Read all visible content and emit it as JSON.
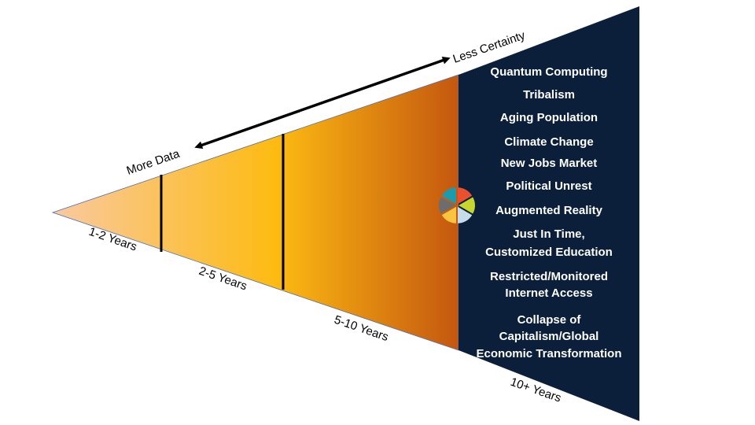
{
  "arrow": {
    "left_label": "More Data",
    "right_label": "Less Certainty"
  },
  "horizons": [
    "1-2 Years",
    "2-5 Years",
    "5-10 Years",
    "10+ Years"
  ],
  "trends": [
    [
      "Quantum Computing"
    ],
    [
      "Tribalism"
    ],
    [
      "Aging Population"
    ],
    [
      "Climate Change"
    ],
    [
      "New Jobs Market"
    ],
    [
      "Political Unrest"
    ],
    [
      "Augmented Reality"
    ],
    [
      "Just In Time,",
      "Customized Education"
    ],
    [
      "Restricted/Monitored",
      "Internet Access"
    ],
    [
      "Collapse of",
      "Capitalism/Global",
      "Economic Transformation"
    ]
  ],
  "colors": {
    "panel": "#0b1f3a",
    "gradient_start": "#f9c9a0",
    "gradient_mid": "#fdbb12",
    "gradient_end": "#c4570f",
    "pie": [
      "#e8502e",
      "#c5d62e",
      "#c8dbe8",
      "#f9c440",
      "#6d6d6d",
      "#1a9bb0"
    ]
  },
  "icon": "pie-chart-icon"
}
